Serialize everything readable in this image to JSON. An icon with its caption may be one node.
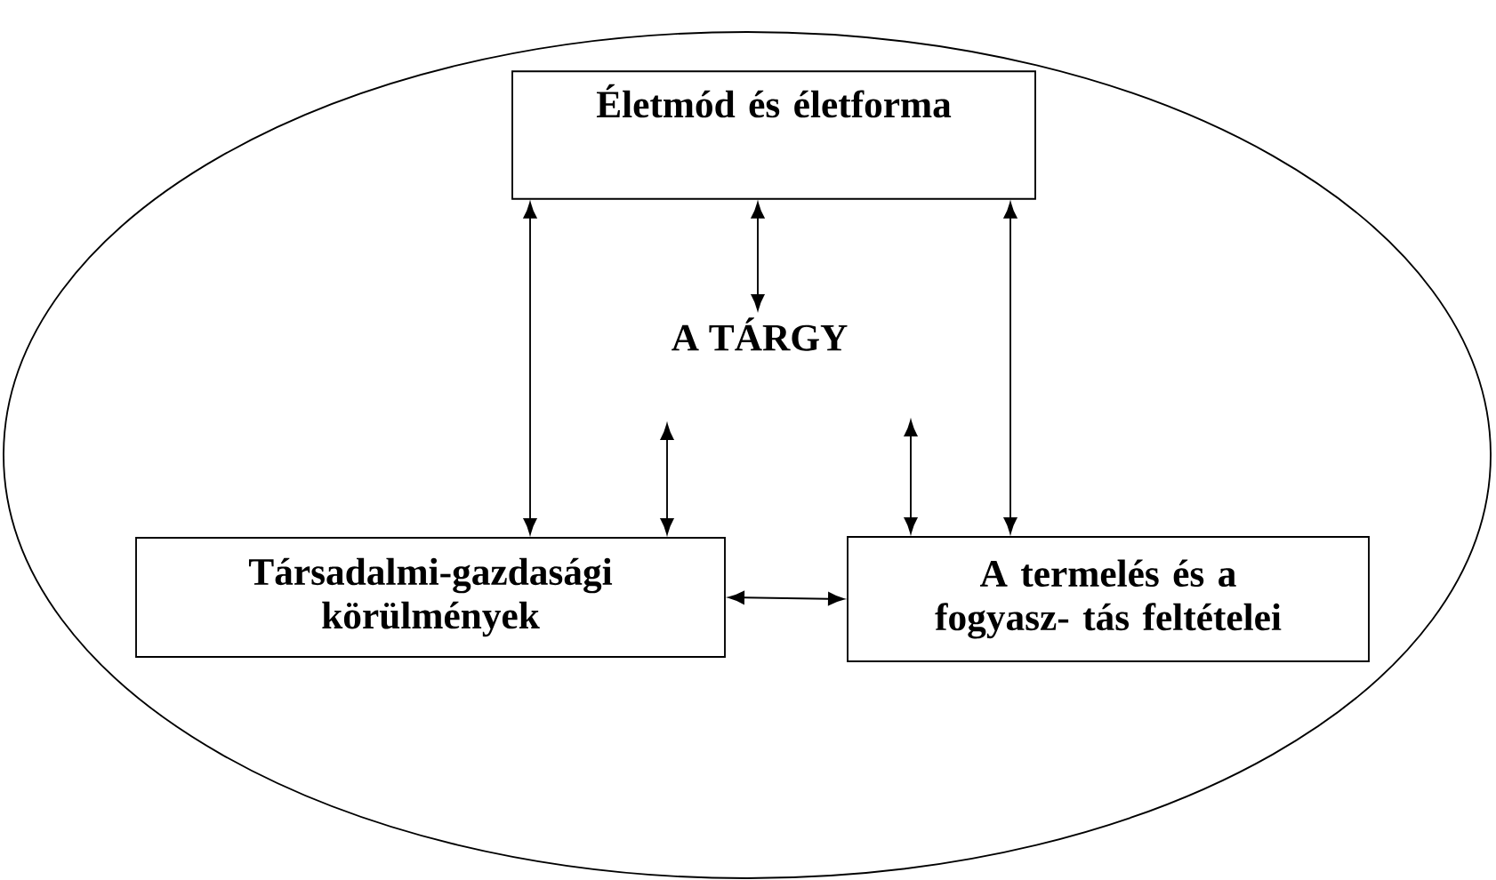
{
  "diagram": {
    "nodes": [
      {
        "text": [],
        "shape": "ellipse"
      },
      {
        "text": [
          "Életmód és életforma"
        ],
        "in": 0
      },
      {
        "text": [
          "A TÁRGY"
        ],
        "in": 0
      },
      {
        "text": [
          "Társadalmi-gazdasági körülmények"
        ],
        "in": 0
      },
      {
        "text": [
          "A termelés és a fogyasz- tás feltételei"
        ],
        "in": 0
      }
    ],
    "edges": [
      {
        "from": 2,
        "to": 1,
        "arrow": "both"
      },
      {
        "from": 3,
        "to": 1,
        "arrow": "both"
      },
      {
        "from": 4,
        "to": 1,
        "arrow": "both"
      },
      {
        "from": 3,
        "to": 2,
        "arrow": "both"
      },
      {
        "from": 4,
        "to": 2,
        "arrow": "both"
      },
      {
        "from": 3,
        "to": 4,
        "arrow": "both"
      }
    ]
  }
}
